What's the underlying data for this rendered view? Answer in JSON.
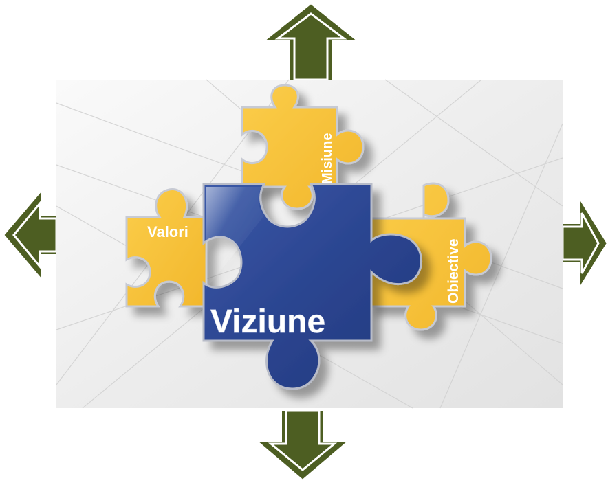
{
  "diagram": {
    "pieces": {
      "center": "Viziune",
      "left": "Valori",
      "top": "Misiune",
      "right": "Obiective"
    },
    "colors": {
      "arrow_fill": "#4d5e22",
      "arrow_stroke": "#ffffff",
      "piece_yellow": "#f8c43c",
      "piece_blue": "#2e4a94",
      "piece_border": "#b8bcc8",
      "background_panel": "#ececec",
      "text_white": "#ffffff"
    },
    "arrows": [
      "arrow-up",
      "arrow-down",
      "arrow-left",
      "arrow-right"
    ]
  }
}
